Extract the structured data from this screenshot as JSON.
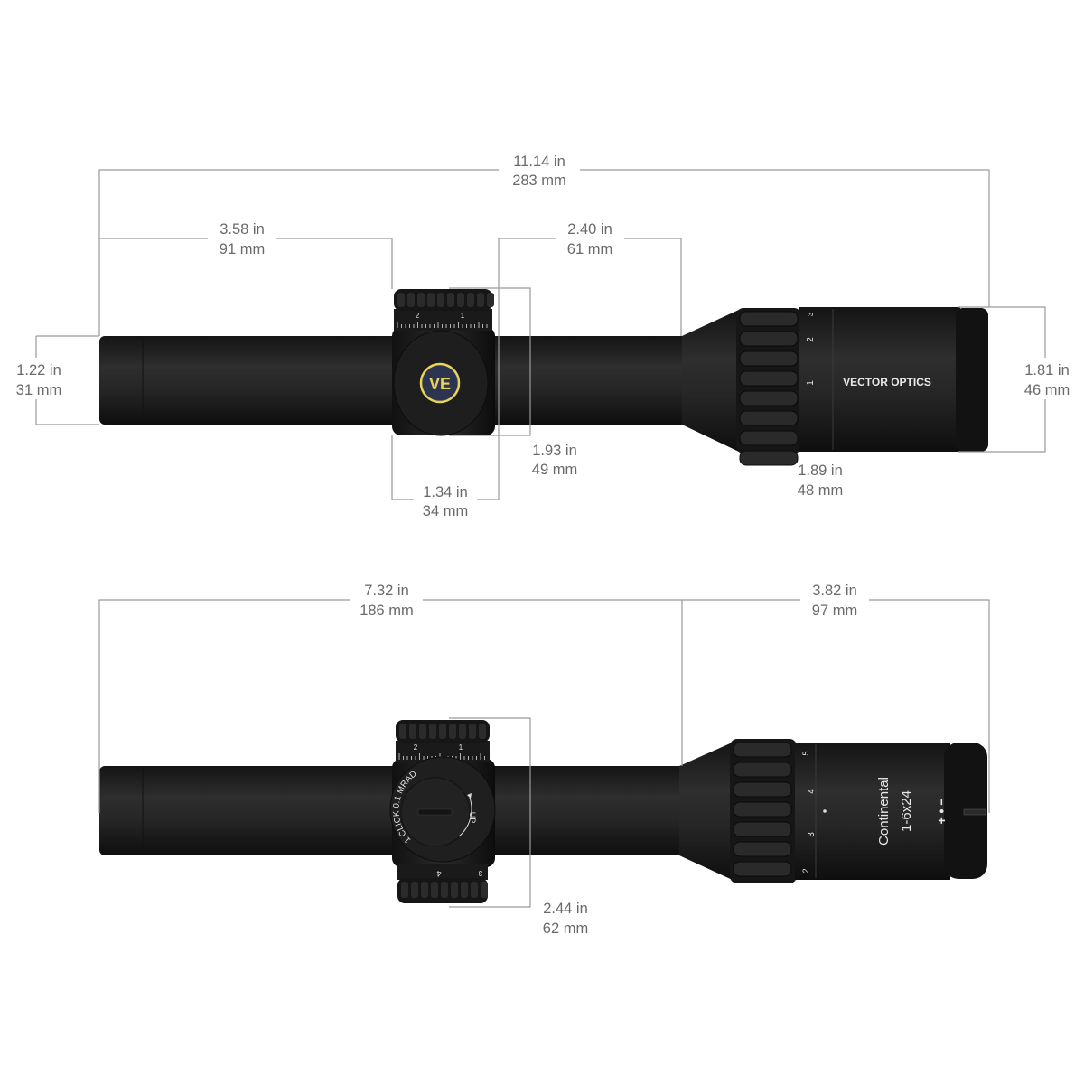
{
  "top_view": {
    "overall_length": {
      "in": "11.14 in",
      "mm": "283 mm"
    },
    "front_to_turret": {
      "in": "3.58 in",
      "mm": "91 mm"
    },
    "turret_to_eyepiece": {
      "in": "2.40 in",
      "mm": "61 mm"
    },
    "tube_diameter": {
      "in": "1.22 in",
      "mm": "31 mm"
    },
    "eyepiece_diameter": {
      "in": "1.81 in",
      "mm": "46 mm"
    },
    "turret_height": {
      "in": "1.93 in",
      "mm": "49 mm"
    },
    "turret_width": {
      "in": "1.34 in",
      "mm": "34 mm"
    },
    "zoom_ring_width": {
      "in": "1.89 in",
      "mm": "48 mm"
    },
    "brand_text": "VECTOR OPTICS",
    "logo_text": "VE",
    "turret_scale": [
      "2",
      "1"
    ],
    "zoom_marks": [
      "1",
      "2",
      "3"
    ]
  },
  "side_view": {
    "front_section": {
      "in": "7.32 in",
      "mm": "186 mm"
    },
    "eyepiece_section": {
      "in": "3.82 in",
      "mm": "97 mm"
    },
    "turret_span": {
      "in": "2.44 in",
      "mm": "62 mm"
    },
    "model_name": "Continental",
    "model_spec": "1-6x24",
    "click_text": "1 CLICK 0.1 MRAD",
    "up_text": "UP",
    "diopter_marks": "+ • −",
    "turret_scale": [
      "2",
      "1"
    ],
    "illum_marks": [
      "4",
      "3"
    ],
    "zoom_marks": [
      "2",
      "3",
      "4",
      "5"
    ]
  },
  "colors": {
    "scope": "#1e1e1e",
    "dim_line": "#9a9a9a",
    "label": "#6a6a6a",
    "logo_gold": "#e9d45a",
    "logo_blue": "#2c3550"
  }
}
